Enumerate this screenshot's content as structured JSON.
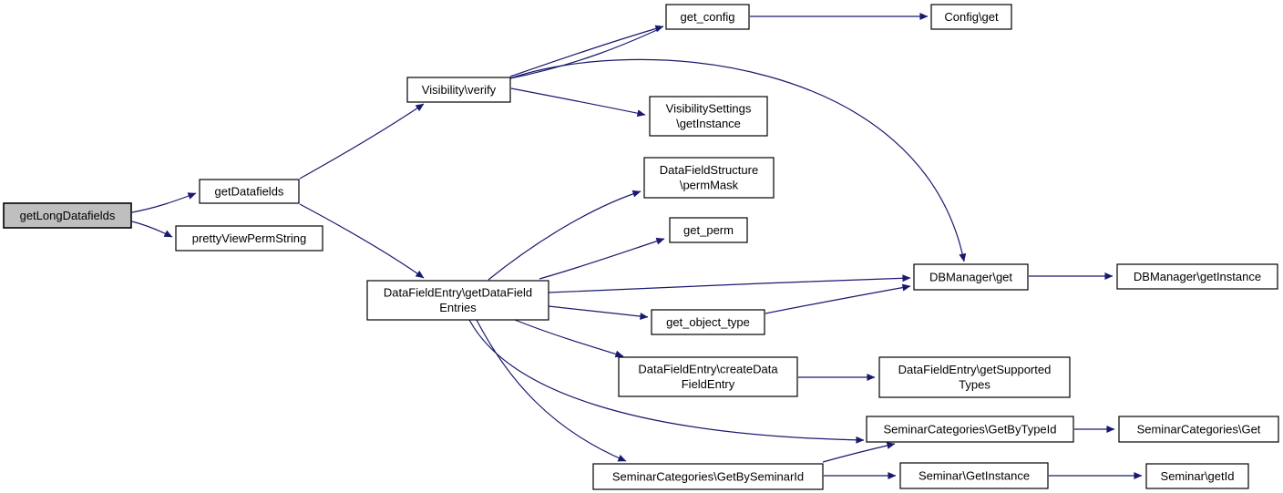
{
  "figure": {
    "kind": "call-graph",
    "background": "#ffffff"
  },
  "colors": {
    "edge": "#191970",
    "node_border": "#000000",
    "node_fill": "#ffffff",
    "highlight_fill": "#bfbfbf",
    "text": "#000000"
  },
  "graph": {
    "root": "getLongDatafields",
    "nodes": [
      {
        "id": "getLongDatafields",
        "lines": [
          "getLongDatafields"
        ],
        "highlighted": true
      },
      {
        "id": "getDatafields",
        "lines": [
          "getDatafields"
        ],
        "highlighted": false
      },
      {
        "id": "prettyViewPermString",
        "lines": [
          "prettyViewPermString"
        ],
        "highlighted": false
      },
      {
        "id": "visibility-verify",
        "lines": [
          "Visibility\\verify"
        ],
        "highlighted": false
      },
      {
        "id": "get-config",
        "lines": [
          "get_config"
        ],
        "highlighted": false
      },
      {
        "id": "config-get",
        "lines": [
          "Config\\get"
        ],
        "highlighted": false
      },
      {
        "id": "visibilitysettings-getinstance",
        "lines": [
          "VisibilitySettings",
          "\\getInstance"
        ],
        "highlighted": false
      },
      {
        "id": "datafieldstructure-permmask",
        "lines": [
          "DataFieldStructure",
          "\\permMask"
        ],
        "highlighted": false
      },
      {
        "id": "get-perm",
        "lines": [
          "get_perm"
        ],
        "highlighted": false
      },
      {
        "id": "datafieldentry-getdatafieldentries",
        "lines": [
          "DataFieldEntry\\getDataField",
          "Entries"
        ],
        "highlighted": false
      },
      {
        "id": "get-object-type",
        "lines": [
          "get_object_type"
        ],
        "highlighted": false
      },
      {
        "id": "dbmanager-get",
        "lines": [
          "DBManager\\get"
        ],
        "highlighted": false
      },
      {
        "id": "dbmanager-getinstance",
        "lines": [
          "DBManager\\getInstance"
        ],
        "highlighted": false
      },
      {
        "id": "datafieldentry-createdatafieldentry",
        "lines": [
          "DataFieldEntry\\createData",
          "FieldEntry"
        ],
        "highlighted": false
      },
      {
        "id": "datafieldentry-getsupportedtypes",
        "lines": [
          "DataFieldEntry\\getSupported",
          "Types"
        ],
        "highlighted": false
      },
      {
        "id": "seminarcategories-getbytypeid",
        "lines": [
          "SeminarCategories\\GetByTypeId"
        ],
        "highlighted": false
      },
      {
        "id": "seminarcategories-get",
        "lines": [
          "SeminarCategories\\Get"
        ],
        "highlighted": false
      },
      {
        "id": "seminarcategories-getbyseminarid",
        "lines": [
          "SeminarCategories\\GetBySeminarId"
        ],
        "highlighted": false
      },
      {
        "id": "seminar-getinstance",
        "lines": [
          "Seminar\\GetInstance"
        ],
        "highlighted": false
      },
      {
        "id": "seminar-getid",
        "lines": [
          "Seminar\\getId"
        ],
        "highlighted": false
      }
    ],
    "edges": [
      {
        "from": "getLongDatafields",
        "to": "getDatafields"
      },
      {
        "from": "getLongDatafields",
        "to": "prettyViewPermString"
      },
      {
        "from": "getDatafields",
        "to": "visibility-verify"
      },
      {
        "from": "getDatafields",
        "to": "datafieldentry-getdatafieldentries"
      },
      {
        "from": "visibility-verify",
        "to": "get-config"
      },
      {
        "from": "visibility-verify",
        "to": "visibilitysettings-getinstance"
      },
      {
        "from": "visibility-verify",
        "to": "dbmanager-get"
      },
      {
        "from": "get-config",
        "to": "config-get"
      },
      {
        "from": "datafieldentry-getdatafieldentries",
        "to": "datafieldstructure-permmask"
      },
      {
        "from": "datafieldentry-getdatafieldentries",
        "to": "get-perm"
      },
      {
        "from": "datafieldentry-getdatafieldentries",
        "to": "dbmanager-get"
      },
      {
        "from": "datafieldentry-getdatafieldentries",
        "to": "get-object-type"
      },
      {
        "from": "datafieldentry-getdatafieldentries",
        "to": "datafieldentry-createdatafieldentry"
      },
      {
        "from": "datafieldentry-getdatafieldentries",
        "to": "seminarcategories-getbytypeid"
      },
      {
        "from": "datafieldentry-getdatafieldentries",
        "to": "seminarcategories-getbyseminarid"
      },
      {
        "from": "get-object-type",
        "to": "dbmanager-get"
      },
      {
        "from": "dbmanager-get",
        "to": "dbmanager-getinstance"
      },
      {
        "from": "datafieldentry-createdatafieldentry",
        "to": "datafieldentry-getsupportedtypes"
      },
      {
        "from": "seminarcategories-getbytypeid",
        "to": "seminarcategories-get"
      },
      {
        "from": "seminarcategories-getbyseminarid",
        "to": "seminarcategories-getbytypeid"
      },
      {
        "from": "seminarcategories-getbyseminarid",
        "to": "seminar-getinstance"
      },
      {
        "from": "seminar-getinstance",
        "to": "seminar-getid"
      }
    ]
  }
}
